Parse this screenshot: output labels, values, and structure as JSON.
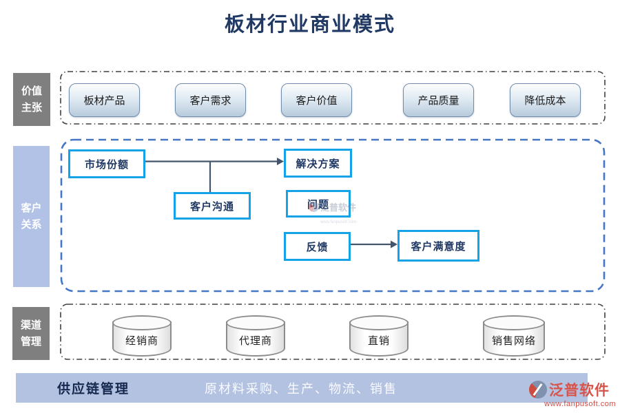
{
  "title": "板材行业商业模式",
  "colors": {
    "title_navy": "#203864",
    "sidebar_gray": "#7f7f7f",
    "sidebar_blue": "#b2c2e6",
    "node_border_blue": "#14a3e6",
    "container_dash_blue": "#4576c6",
    "arrow": "#44546a",
    "bar_bg": "#b3c2e1",
    "brand_red": "#d6544a"
  },
  "rows": {
    "value": {
      "sidebar": "价值主张",
      "items": [
        "板材产品",
        "客户需求",
        "客户价值",
        "产品质量",
        "降低成本"
      ]
    },
    "customer": {
      "sidebar": "客户关系",
      "nodes": {
        "market_share": "市场份额",
        "communication": "客户沟通",
        "solution": "解决方案",
        "problem": "问题",
        "feedback": "反馈",
        "satisfaction": "客户满意度"
      }
    },
    "channel": {
      "sidebar": "渠道管理",
      "items": [
        "经销商",
        "代理商",
        "直销",
        "销售网络"
      ]
    }
  },
  "supply": {
    "label": "供应链管理",
    "text": "原材料采购、生产、物流、销售"
  },
  "brand": {
    "name": "泛普软件",
    "url": "www.fanpusoft.com"
  },
  "watermark": {
    "name": "泛普软件",
    "url": "www.fanpusoft.com"
  }
}
